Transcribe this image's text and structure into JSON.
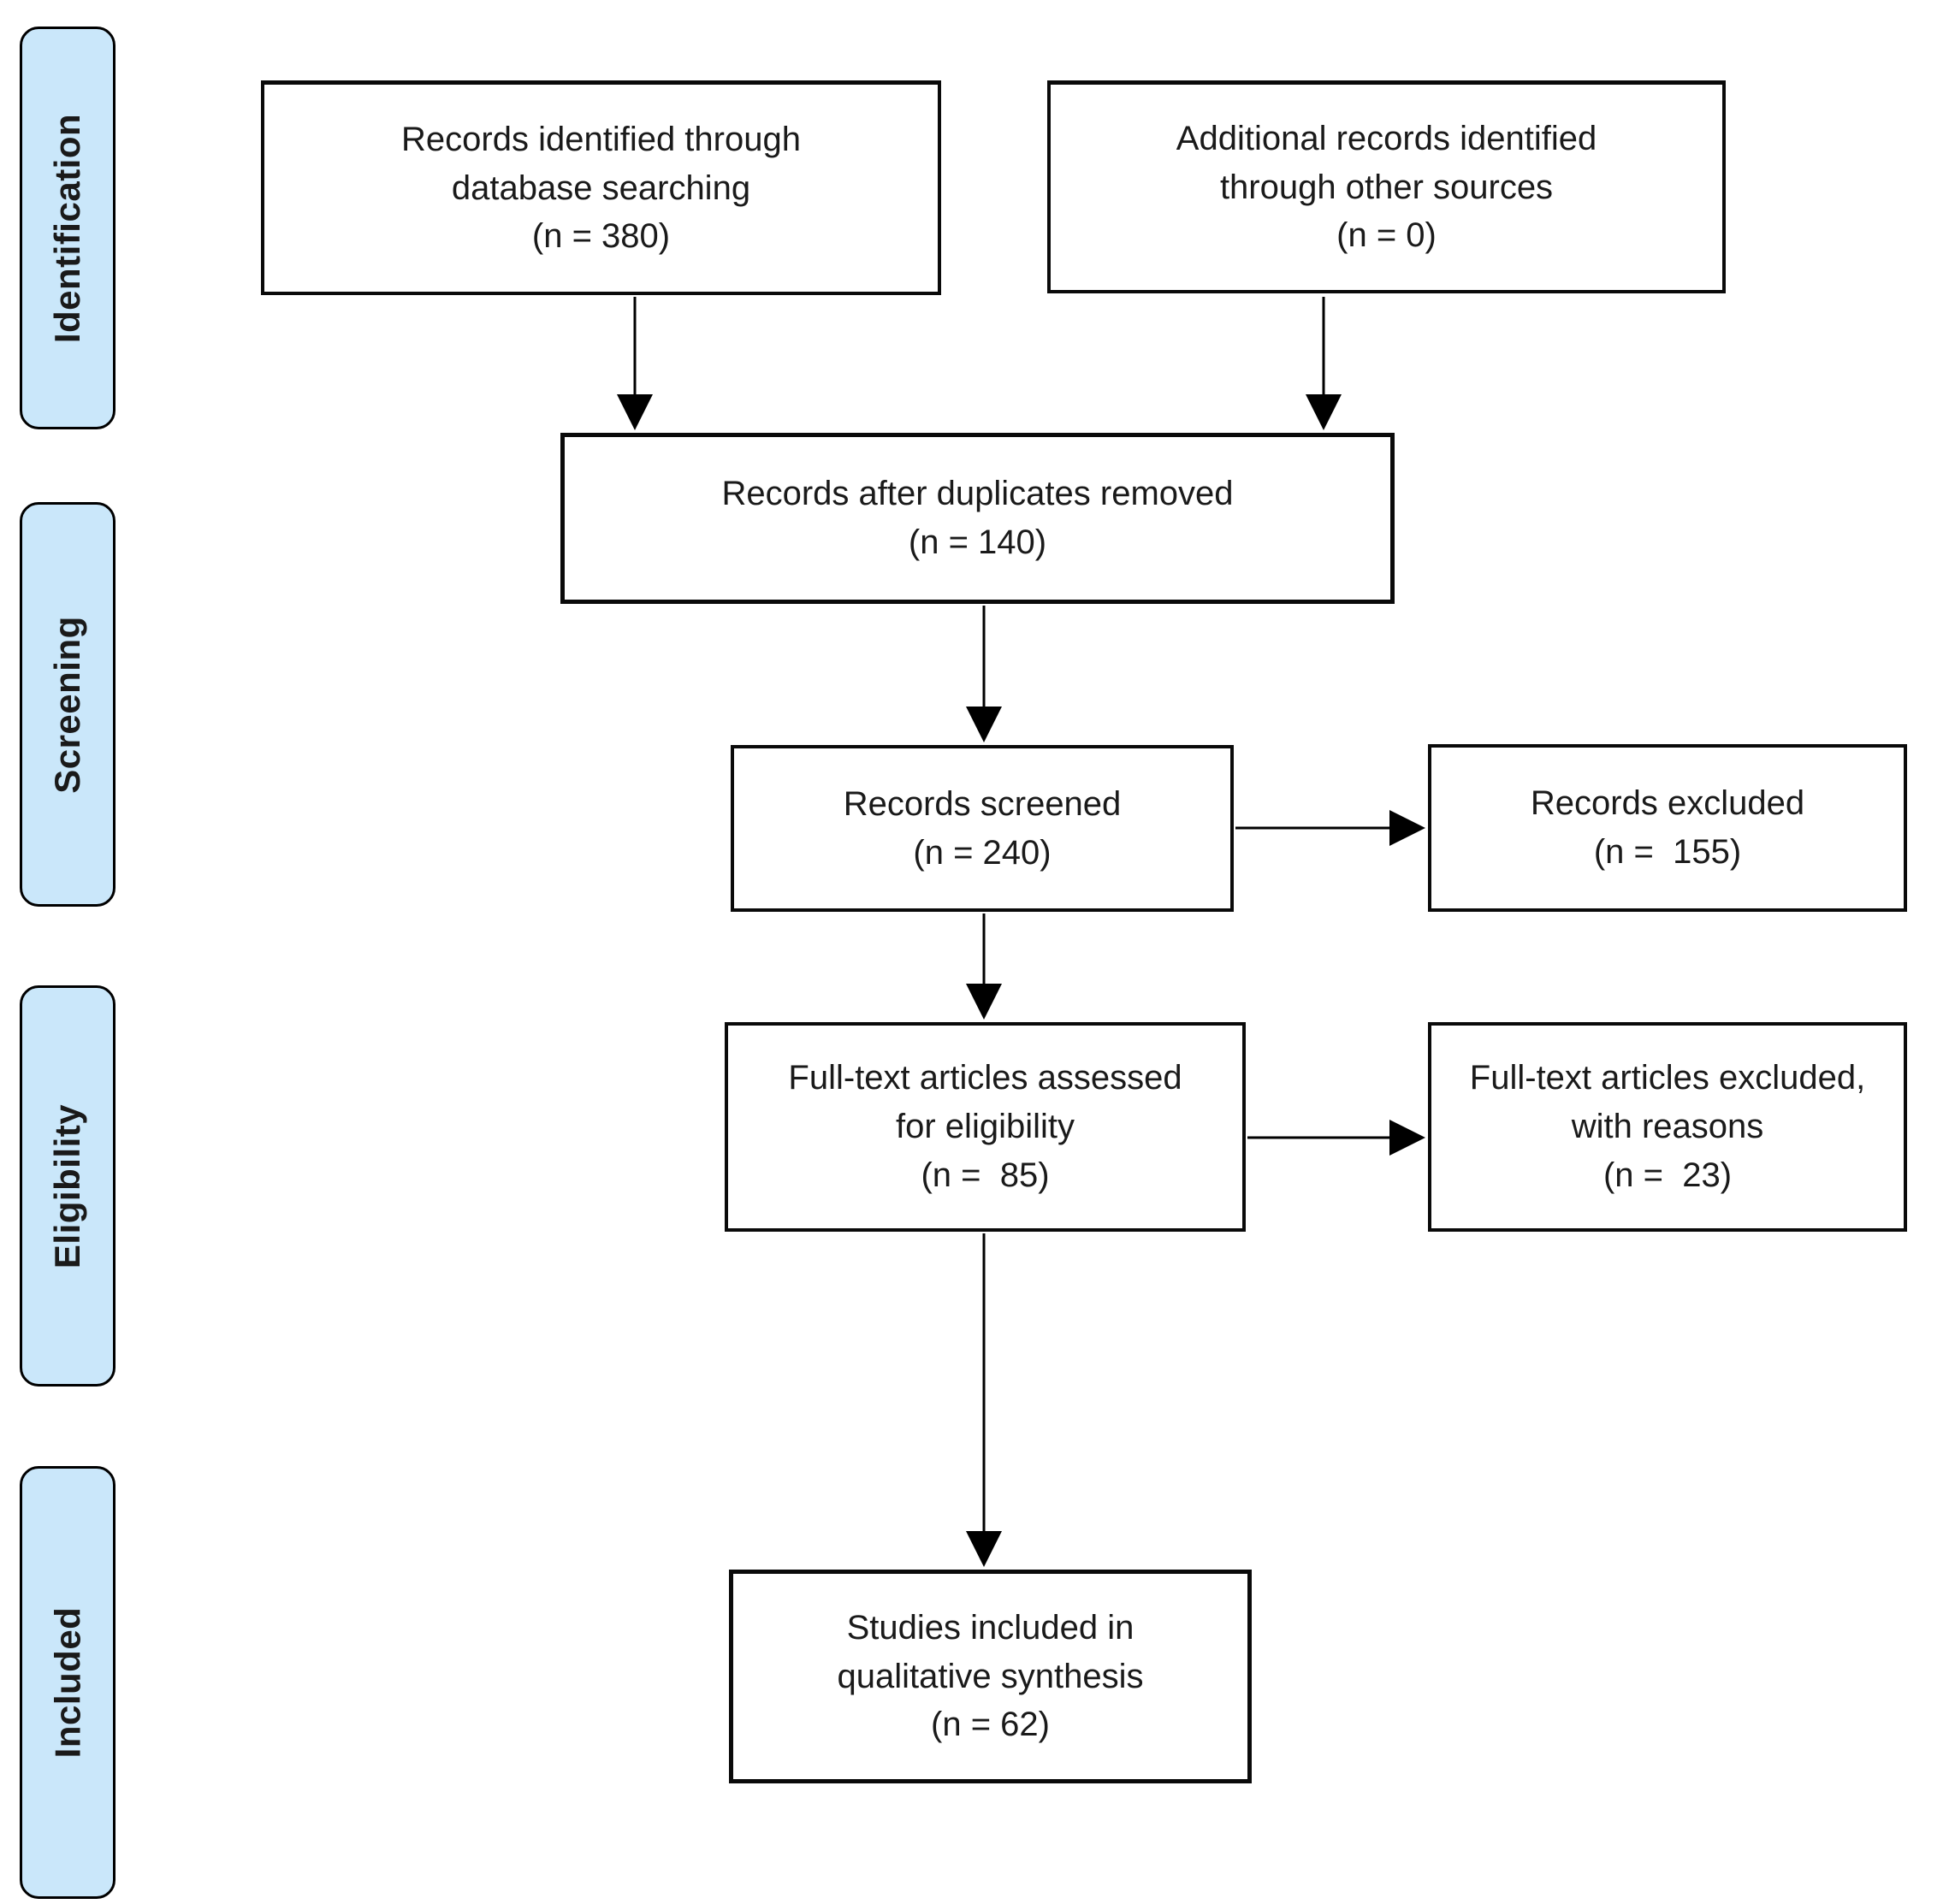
{
  "stages": [
    {
      "id": "identification",
      "label": "Identification"
    },
    {
      "id": "screening",
      "label": "Screening"
    },
    {
      "id": "eligibility",
      "label": "Eligibility"
    },
    {
      "id": "included",
      "label": "Included"
    }
  ],
  "boxes": [
    {
      "id": "records-identified",
      "lines": [
        "Records identified through",
        "database searching",
        "(n = 380)"
      ]
    },
    {
      "id": "additional-records",
      "lines": [
        "Additional records identified",
        "through other sources",
        "(n = 0)"
      ]
    },
    {
      "id": "after-duplicates",
      "lines": [
        "Records after duplicates removed",
        "(n = 140)"
      ]
    },
    {
      "id": "records-screened",
      "lines": [
        "Records screened",
        "(n = 240)"
      ]
    },
    {
      "id": "records-excluded",
      "lines": [
        "Records excluded",
        "(n =  155)"
      ]
    },
    {
      "id": "fulltext-assessed",
      "lines": [
        "Full-text articles assessed",
        "for eligibility",
        "(n =  85)"
      ]
    },
    {
      "id": "fulltext-excluded",
      "lines": [
        "Full-text articles excluded,",
        "with reasons",
        "(n =  23)"
      ]
    },
    {
      "id": "studies-included",
      "lines": [
        "Studies included in",
        "qualitative synthesis",
        "(n = 62)"
      ]
    }
  ],
  "colors": {
    "stage_fill": "#cae7fa",
    "stage_border": "#000000",
    "box_border": "#0a0a0a",
    "text": "#1a1a1a",
    "arrow": "#000000",
    "background": "#ffffff"
  }
}
